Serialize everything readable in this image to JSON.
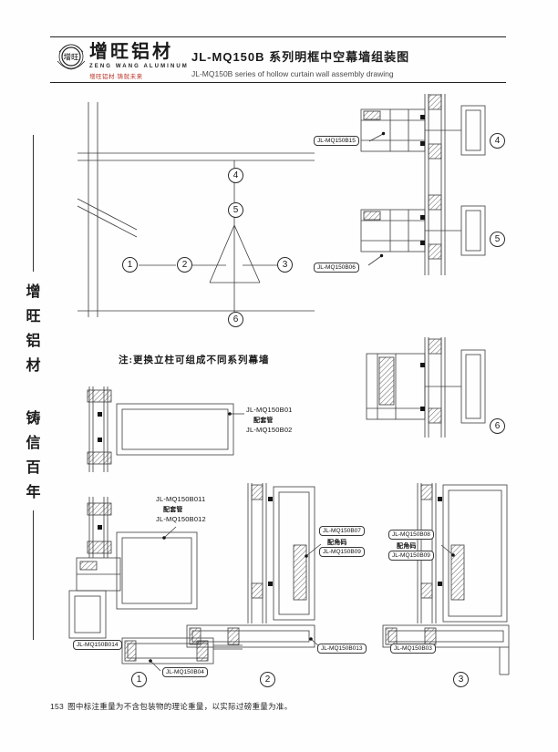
{
  "header": {
    "logo_text": "增旺",
    "brand_cn": "增旺铝材",
    "brand_en": "ZENG WANG ALUMINUM",
    "brand_slogan": "增旺铝材·铸就未来",
    "title_cn": "JL-MQ150B 系列明框中空幕墙组装图",
    "title_en": "JL-MQ150B series of hollow curtain wall assembly drawing"
  },
  "sidebar": {
    "chars": [
      "增",
      "旺",
      "铝",
      "材",
      "铸",
      "信",
      "百",
      "年"
    ]
  },
  "drawing": {
    "note": "注:更换立柱可组成不同系列幕墙",
    "bubbles": [
      "1",
      "2",
      "3",
      "4",
      "5",
      "6"
    ],
    "labels": {
      "b15": "JL-MQ150B15",
      "b06": "JL-MQ150B06",
      "b01": "JL-MQ150B01",
      "b02": "JL-MQ150B02",
      "b011": "JL-MQ150B011",
      "b012": "JL-MQ150B012",
      "b07": "JL-MQ150B07",
      "b08": "JL-MQ150B08",
      "b09": "JL-MQ150B09",
      "b013": "JL-MQ150B013",
      "b014": "JL-MQ150B014",
      "b04": "JL-MQ150B04",
      "b03": "JL-MQ150B03",
      "companion_tube": "配套管",
      "corner_code": "配角码"
    }
  },
  "footer": {
    "page_no": "153",
    "note": "图中标注重量为不含包装物的理论重量，以实际过磅重量为准。"
  }
}
